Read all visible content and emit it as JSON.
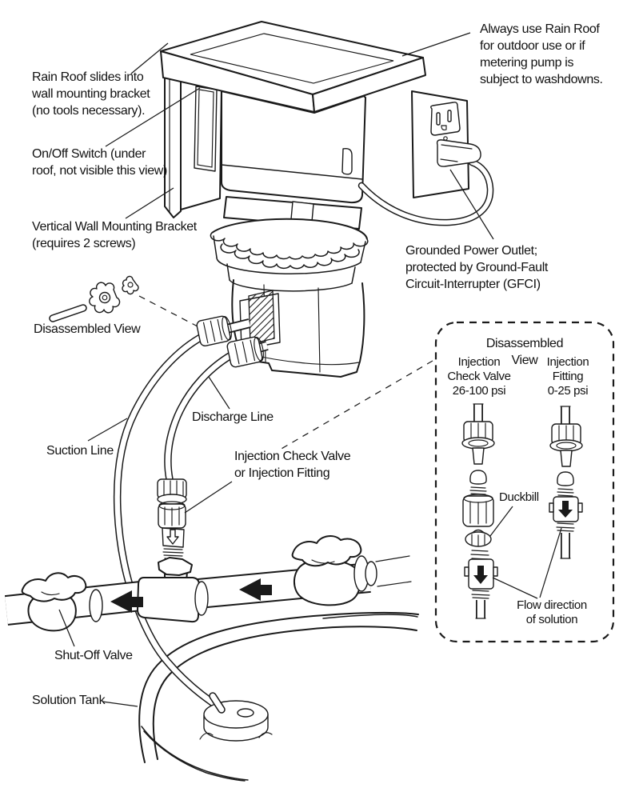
{
  "diagram": {
    "labels": {
      "rain_roof_note": "Rain Roof slides into\nwall mounting bracket\n(no tools necessary).",
      "on_off_switch": "On/Off Switch (under\nroof, not visible this view)",
      "wall_bracket": "Vertical Wall Mounting Bracket\n(requires 2 screws)",
      "rain_roof_warning": "Always use Rain Roof\nfor outdoor use or if\nmetering pump is\nsubject to washdowns.",
      "power_outlet": "Grounded Power Outlet;\nprotected by Ground-Fault\nCircuit-Interrupter (GFCI)",
      "disassembled_view": "Disassembled View",
      "suction_line": "Suction Line",
      "discharge_line": "Discharge Line",
      "injection_point": "Injection Check Valve\nor Injection Fitting",
      "shut_off_valve": "Shut-Off Valve",
      "solution_tank": "Solution Tank"
    },
    "inset": {
      "title": "Disassembled View",
      "columns": [
        {
          "heading": "Injection\nCheck Valve\n26-100 psi"
        },
        {
          "heading": "Injection\nFitting\n0-25 psi"
        }
      ],
      "duckbill_label": "Duckbill",
      "flow_label": "Flow direction\nof solution"
    },
    "colors": {
      "ink": "#1a1a1a",
      "paper": "#ffffff"
    }
  }
}
